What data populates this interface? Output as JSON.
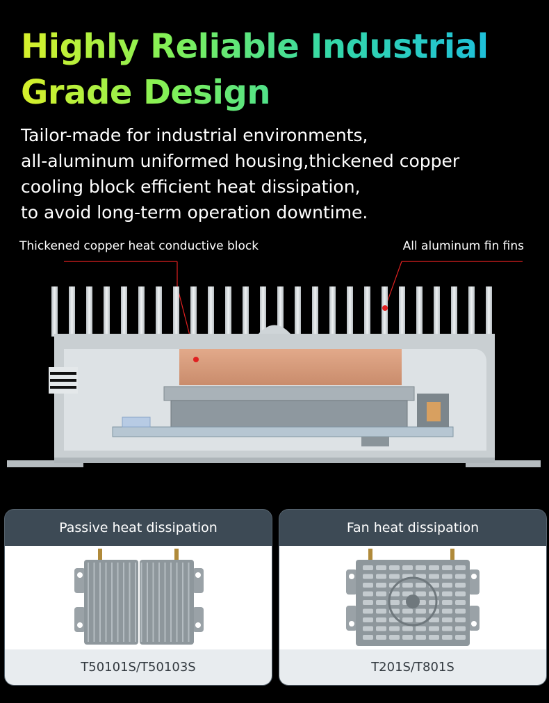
{
  "headline": {
    "line1": "Highly Reliable Industrial",
    "line2": "Grade Design"
  },
  "subtext": {
    "lines": [
      "Tailor-made for industrial environments,",
      "all-aluminum uniformed housing,thickened copper",
      "cooling block efficient heat dissipation,",
      "to avoid long-term operation downtime."
    ]
  },
  "diagram": {
    "callout_left": "Thickened copper heat conductive block",
    "callout_right": "All aluminum fin fins",
    "colors": {
      "callout_line": "#e02020",
      "copper": "#d99a7a",
      "housing": "#d4dadd",
      "fins": "#c8cdd0"
    }
  },
  "cards": {
    "passive": {
      "title": "Passive heat dissipation",
      "model": "T50101S/T50103S"
    },
    "fan": {
      "title": "Fan heat dissipation",
      "model": "T201S/T801S"
    }
  },
  "colors": {
    "card_header": "#3d4a55",
    "card_footer": "#e8ecef",
    "headline_gradient": [
      "#d8f02a",
      "#34d8a8",
      "#18b8e8"
    ]
  }
}
